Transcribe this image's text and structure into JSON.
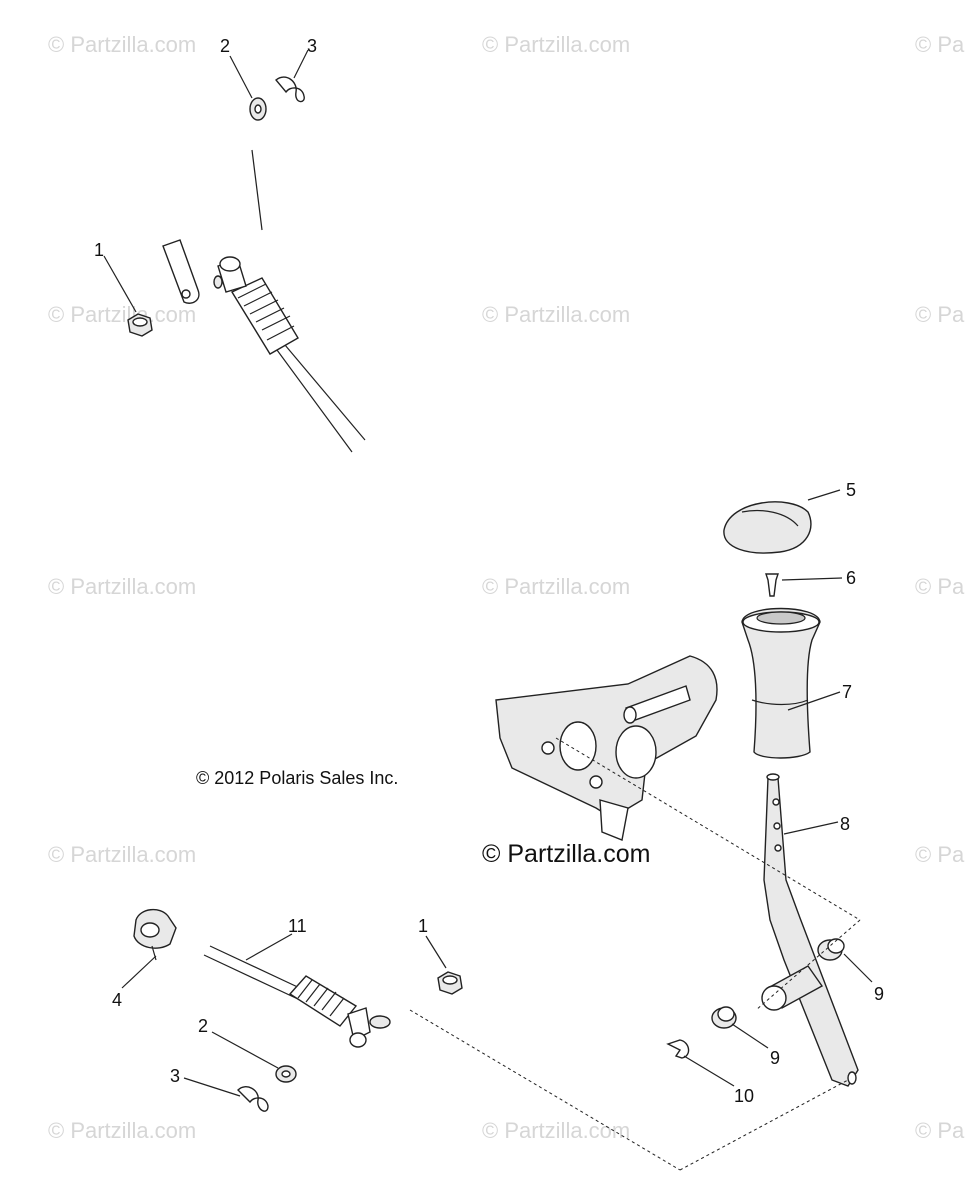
{
  "watermarks": [
    "© Partzilla.com",
    "© Partzilla.com",
    "© Pa",
    "© Partzilla.com",
    "© Partzilla.com",
    "© Pa",
    "© Partzilla.com",
    "© Partzilla.com",
    "© Pa",
    "© Partzilla.com",
    "© Pa",
    "© Partzilla.com",
    "© Partzilla.com",
    "© Pa"
  ],
  "copyright": "© 2012 Polaris Sales Inc.",
  "partzilla_mark": "© Partzilla.com",
  "callouts": {
    "c1a": "1",
    "c2a": "2",
    "c3a": "3",
    "c5": "5",
    "c6": "6",
    "c7": "7",
    "c8": "8",
    "c9a": "9",
    "c9b": "9",
    "c10": "10",
    "c11": "11",
    "c4": "4",
    "c1b": "1",
    "c2b": "2",
    "c3b": "3"
  },
  "colors": {
    "ink": "#222222",
    "watermark": "#d6d6d6",
    "part_fill": "#e9e9e9"
  }
}
